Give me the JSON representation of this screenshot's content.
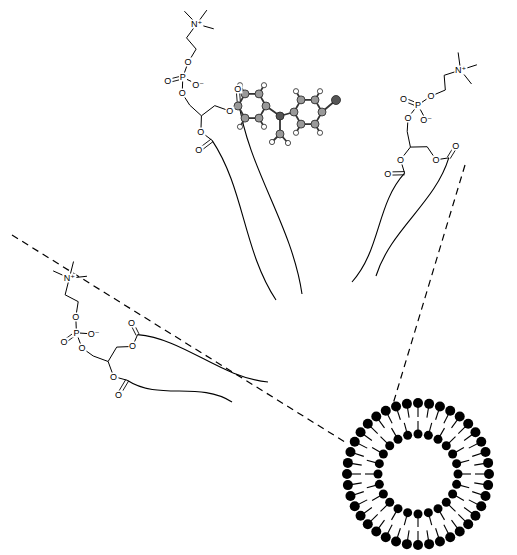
{
  "diagram": {
    "labels": [
      "N⁺",
      "O",
      "O",
      "P",
      "O⁻",
      "O",
      "O",
      "O",
      "O",
      "O",
      "N⁺",
      "O",
      "O",
      "P",
      "O⁻",
      "O",
      "O",
      "O",
      "O",
      "O",
      "N⁺",
      "O",
      "O",
      "P",
      "O⁻",
      "O",
      "O",
      "O",
      "O",
      "O"
    ]
  }
}
